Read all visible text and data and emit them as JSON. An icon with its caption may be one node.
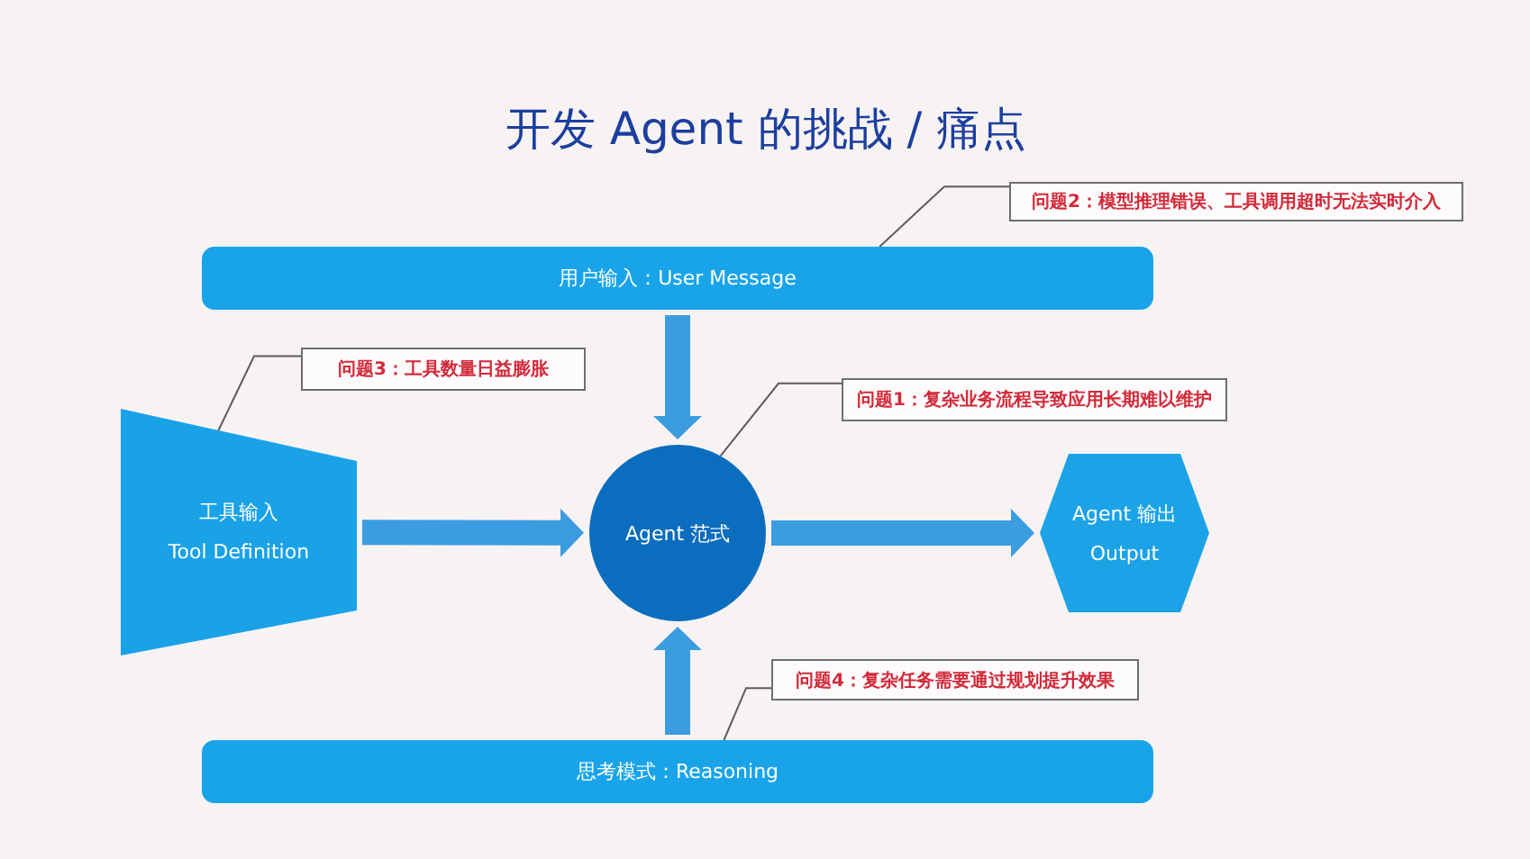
{
  "diagram": {
    "title": "开发 Agent 的挑战 / 痛点",
    "nodes": [
      {
        "text": [
          "问题2：模型推理错误、工具调用超时无法实时介入"
        ]
      },
      {
        "text": [
          "用户输入：User Message"
        ]
      },
      {
        "text": [
          "问题3：工具数量日益膨胀"
        ]
      },
      {
        "text": [
          "问题1：复杂业务流程导致应用长期难以维护"
        ]
      },
      {
        "text": [
          "工具输入",
          "Tool Definition"
        ]
      },
      {
        "text": [
          "Agent 范式"
        ]
      },
      {
        "text": [
          "Agent 输出",
          "Output"
        ]
      },
      {
        "text": [
          "问题4：复杂任务需要通过规划提升效果"
        ]
      },
      {
        "text": [
          "思考模式：Reasoning"
        ]
      }
    ],
    "edges": [
      {
        "from": 0,
        "to": 1,
        "arrow": "none"
      },
      {
        "from": 2,
        "to": 4,
        "arrow": "none"
      },
      {
        "from": 3,
        "to": 5,
        "arrow": "none"
      },
      {
        "from": 7,
        "to": 8,
        "arrow": "none"
      },
      {
        "from": 1,
        "to": 5,
        "arrow": "to",
        "style": "thick",
        "color": "#3b9de0"
      },
      {
        "from": 4,
        "to": 5,
        "arrow": "to",
        "style": "thick",
        "color": "#3b9de0"
      },
      {
        "from": 5,
        "to": 6,
        "arrow": "to",
        "style": "thick",
        "color": "#3b9de0"
      },
      {
        "from": 8,
        "to": 5,
        "arrow": "to",
        "style": "thick",
        "color": "#3b9de0"
      }
    ]
  }
}
